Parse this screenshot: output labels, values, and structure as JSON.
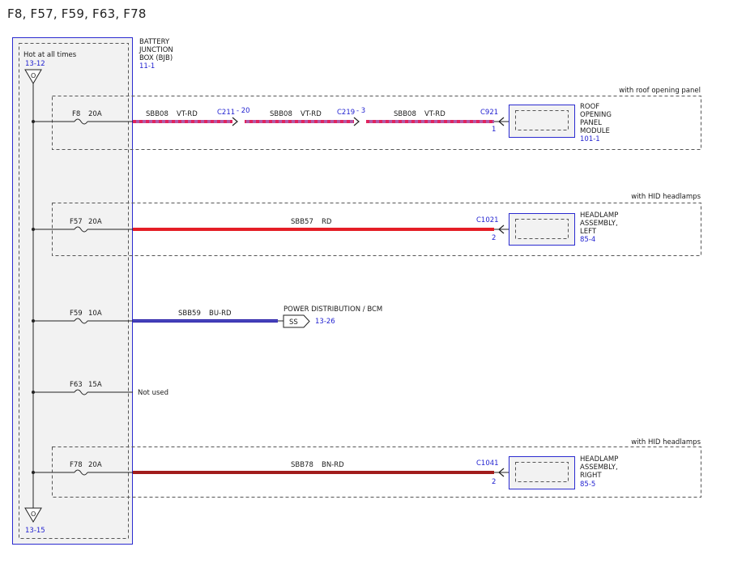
{
  "title": "F8, F57, F59, F63, F78",
  "bjb": {
    "name_lines": [
      "BATTERY",
      "JUNCTION",
      "BOX (BJB)"
    ],
    "ref": "11-1",
    "hot_label": "Hot at all times",
    "top_ref": "13-12",
    "bottom_ref": "13-15",
    "terminal_label": "O"
  },
  "circuits": [
    {
      "fuse": "F8",
      "rating": "20A",
      "option": "with roof opening panel",
      "segments": [
        {
          "circuit": "SBB08",
          "color": "VT-RD"
        },
        {
          "circuit": "SBB08",
          "color": "VT-RD"
        },
        {
          "circuit": "SBB08",
          "color": "VT-RD"
        }
      ],
      "inline_connectors": [
        {
          "name": "C211",
          "pin": "- 20"
        },
        {
          "name": "C219",
          "pin": "- 3"
        }
      ],
      "connector": "C921",
      "pin": "1",
      "module_lines": [
        "ROOF",
        "OPENING",
        "PANEL",
        "MODULE"
      ],
      "module_ref": "101-1",
      "wire_colors": [
        "#8a3fb0",
        "#e0245e"
      ]
    },
    {
      "fuse": "F57",
      "rating": "20A",
      "option": "with HID headlamps",
      "segments": [
        {
          "circuit": "SBB57",
          "color": "RD"
        }
      ],
      "connector": "C1021",
      "pin": "2",
      "module_lines": [
        "HEADLAMP",
        "ASSEMBLY,",
        "LEFT"
      ],
      "module_ref": "85-4",
      "wire_colors": [
        "#e41e26"
      ]
    },
    {
      "fuse": "F59",
      "rating": "10A",
      "segments": [
        {
          "circuit": "SBB59",
          "color": "BU-RD"
        }
      ],
      "destination": "POWER DISTRIBUTION / BCM",
      "splice": "SS",
      "splice_ref": "13-26",
      "wire_colors": [
        "#2a1fa8",
        "#c8102e"
      ]
    },
    {
      "fuse": "F63",
      "rating": "15A",
      "note": "Not used"
    },
    {
      "fuse": "F78",
      "rating": "20A",
      "option": "with HID headlamps",
      "segments": [
        {
          "circuit": "SBB78",
          "color": "BN-RD"
        }
      ],
      "connector": "C1041",
      "pin": "2",
      "module_lines": [
        "HEADLAMP",
        "ASSEMBLY,",
        "RIGHT"
      ],
      "module_ref": "85-5",
      "wire_colors": [
        "#a11c1c"
      ]
    }
  ]
}
